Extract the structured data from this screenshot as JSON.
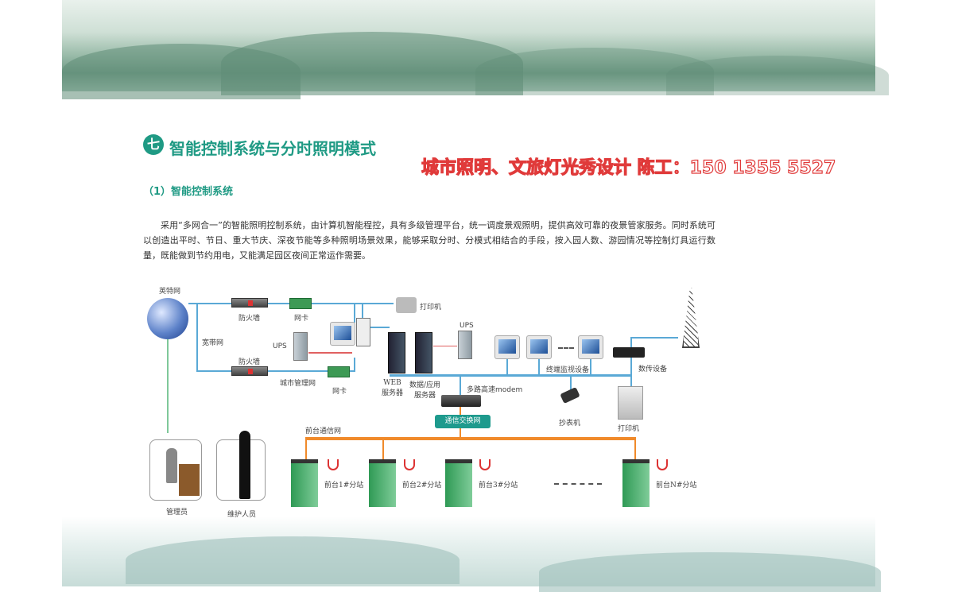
{
  "section": {
    "badge": "七",
    "title": "智能控制系统与分时照明模式"
  },
  "subsection": {
    "title": "（1）智能控制系统"
  },
  "paragraph": "采用“多网合一”的智能照明控制系统，由计算机智能程控，具有多级管理平台，统一调度景观照明，提供高效可靠的夜景管家服务。同时系统可以创造出平时、节日、重大节庆、深夜节能等多种照明场景效果，能够采取分时、分模式相结合的手段，按入园人数、游园情况等控制灯具运行数量，既能做到节约用电，又能满足园区夜间正常运作需要。",
  "diagram": {
    "internet": "英特网",
    "broadband": "宽带网",
    "firewall1": "防火墙",
    "firewall2": "防火墙",
    "netcard1": "网卡",
    "netcard2": "网卡",
    "ups1": "UPS",
    "ups2": "UPS",
    "city_net": "城市管理网",
    "printer1": "打印机",
    "web_server": "WEB\n服务器",
    "data_server": "数据/应用\n服务器",
    "modem": "多路高速modem",
    "switch_net": "通信交换网",
    "monitor_devices": "终端监视设备",
    "data_transfer": "数传设备",
    "meter_reader": "抄表机",
    "printer2": "打印机",
    "front_net": "前台通信网",
    "stations": [
      "前台1#分站",
      "前台2#分站",
      "前台3#分站",
      "前台N#分站"
    ],
    "admin": "管理员",
    "maintainer": "维护人员"
  },
  "watermark": "城市照明、文旅灯光秀设计 陈工：150 1355 5527",
  "colors": {
    "accent": "#1f9a84",
    "bus_blue": "#5aa9d6",
    "bus_orange": "#f08a2a"
  }
}
